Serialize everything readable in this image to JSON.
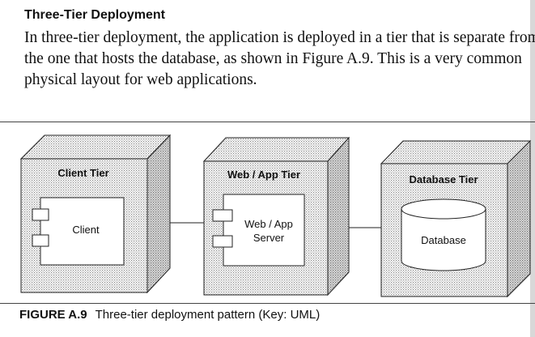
{
  "section": {
    "heading": "Three-Tier Deployment",
    "paragraph_lines": [
      "In three-tier deployment, the application is deployed in a tier that is separate from",
      "the one that hosts the database, as shown in Figure A.9. This is a very common",
      "physical layout for web applications."
    ]
  },
  "figure": {
    "nodes": [
      {
        "title": "Client Tier",
        "component": "Client"
      },
      {
        "title": "Web / App Tier",
        "component_lines": [
          "Web / App",
          "Server"
        ]
      },
      {
        "title": "Database Tier",
        "store": "Database"
      }
    ],
    "caption_label": "FIGURE A.9",
    "caption_text": "Three-tier deployment pattern (Key: UML)"
  }
}
